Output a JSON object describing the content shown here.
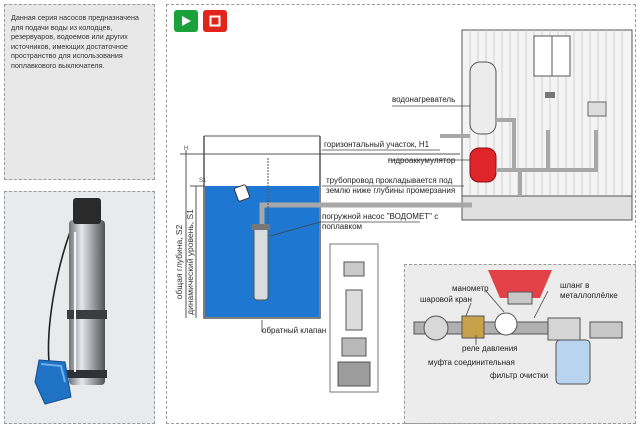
{
  "description": {
    "text": "Данная серия насосов предназначена для подачи воды из колодцев, резервуаров, водоемов или других источников, имеющих достаточное пространство для использования поплавкового выключателя."
  },
  "controls": {
    "play_icon": "play-icon",
    "stop_icon": "stop-icon"
  },
  "diagram": {
    "labels": {
      "water_heater": "водонагреватель",
      "horizontal": "горизонтальный участок, H1",
      "accumulator": "гидроаккумулятор",
      "pipe_line1": "трубопровод прокладывается под",
      "pipe_line2": "землю ниже глубины промерзания",
      "pump_line1": "погружной насос \"ВОДОМЕТ\" с",
      "pump_line2": "поплавком",
      "check_valve": "обратный клапан",
      "total_depth": "общая глубина, S2",
      "dynamic_level": "динамический уровень, S1"
    },
    "markers": {
      "h": "H",
      "s1": "S1"
    }
  },
  "fittings": {
    "manometer": "манометр",
    "ball_valve": "шаровой кран",
    "hose_line1": "шланг в",
    "hose_line2": "металлоплёлке",
    "pressure_relay": "реле давления",
    "coupling": "муфта соединительная",
    "filter": "фильтр очистки"
  },
  "colors": {
    "water": "#1e78d2",
    "pipe": "#a8a8a8",
    "accent_green": "#1aa13a",
    "accent_red": "#e1251b"
  }
}
